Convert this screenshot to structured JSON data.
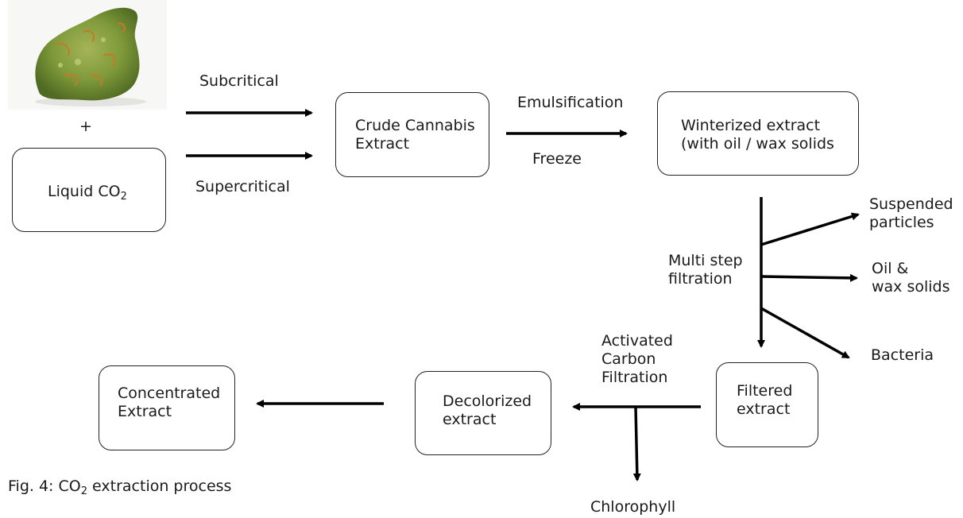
{
  "boxes": {
    "liquid_co2": {
      "text": "Liquid CO",
      "sub": "2"
    },
    "crude": {
      "line1": "Crude Cannabis",
      "line2": "Extract"
    },
    "winterized": {
      "line1": "Winterized extract",
      "line2": "(with oil / wax solids"
    },
    "filtered": {
      "line1": "Filtered",
      "line2": "extract"
    },
    "decolorized": {
      "line1": "Decolorized",
      "line2": "extract"
    },
    "concentrated": {
      "line1": "Concentrated",
      "line2": "Extract"
    }
  },
  "labels": {
    "plus": "+",
    "subcritical": "Subcritical",
    "supercritical": "Supercritical",
    "emulsification": "Emulsification",
    "freeze": "Freeze",
    "multi_step_1": "Multi step",
    "multi_step_2": "filtration",
    "suspended_1": "Suspended",
    "suspended_2": "particles",
    "oil_1": "Oil &",
    "oil_2": "wax solids",
    "bacteria": "Bacteria",
    "activated_1": "Activated",
    "activated_2": "Carbon",
    "activated_3": "Filtration",
    "chlorophyll": "Chlorophyll"
  },
  "caption": {
    "prefix": "Fig. 4: CO",
    "sub": "2",
    "suffix": " extraction process"
  },
  "colors": {
    "line": "#000000",
    "border": "#222222",
    "bud_green": "#7f9a3a",
    "bud_orange": "#c7782a"
  }
}
